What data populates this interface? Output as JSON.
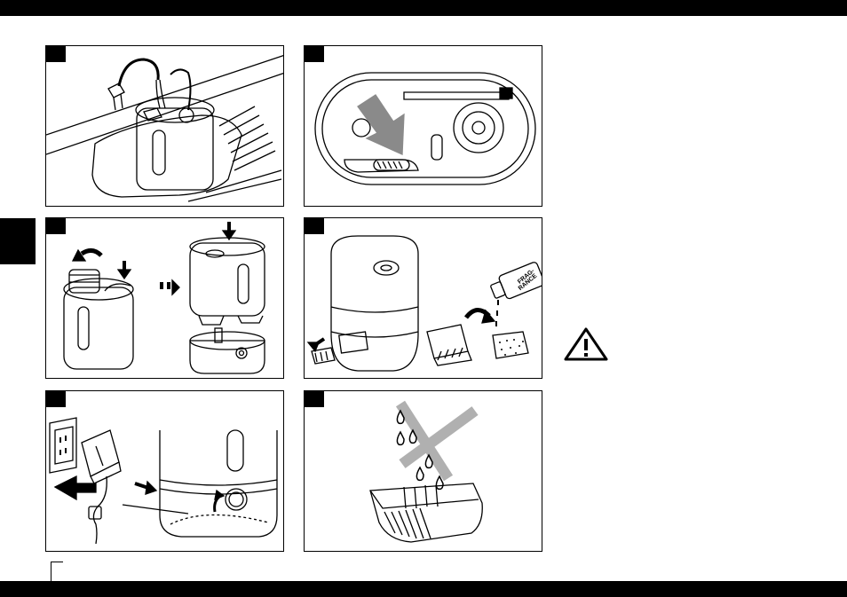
{
  "page": {
    "description_lines": [],
    "figures": [
      {
        "id": "fig1",
        "label": "",
        "content": "filling-tank-under-faucet"
      },
      {
        "id": "fig2",
        "label": "",
        "content": "base-underside-with-arrow"
      },
      {
        "id": "fig3",
        "label": "",
        "content": "unscrew-cap-and-mount-tank"
      },
      {
        "id": "fig4",
        "label": "",
        "content": "fragrance-cartridge"
      },
      {
        "id": "fig5",
        "label": "",
        "content": "plug-adapter-and-connect"
      },
      {
        "id": "fig6",
        "label": "",
        "content": "no-water-on-cartridge"
      }
    ],
    "fragrance_label_line1": "FRAG-",
    "fragrance_label_line2": "RANCE",
    "warning_icon": "warning-triangle-icon"
  }
}
